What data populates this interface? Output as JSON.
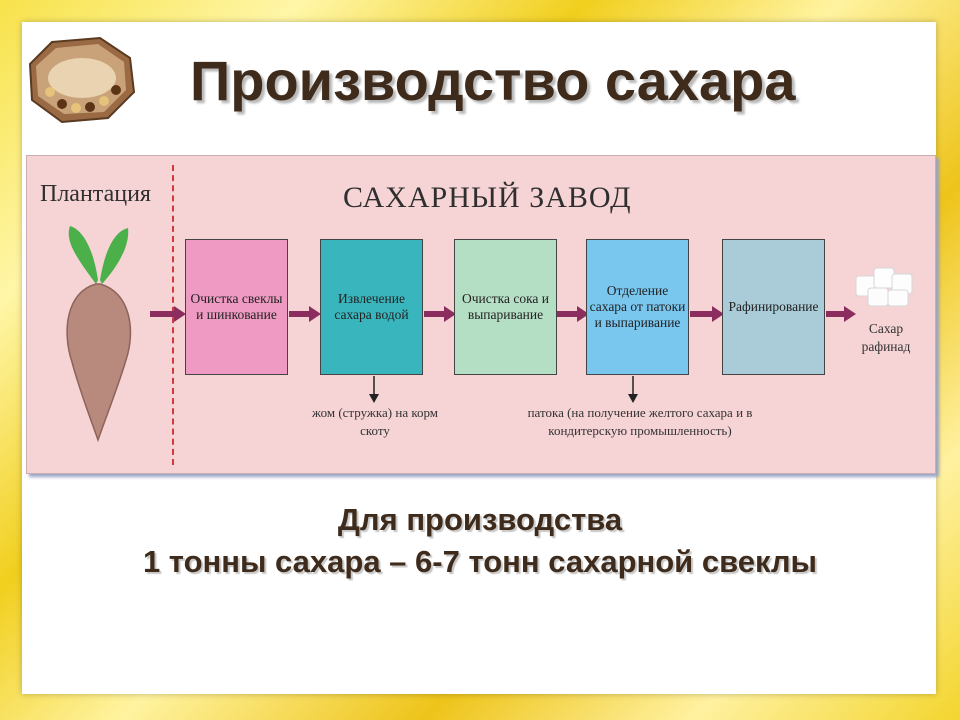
{
  "title": "Производство сахара",
  "diagram": {
    "plantation_label": "Плантация",
    "factory_label": "САХАРНЫЙ ЗАВОД",
    "steps": [
      {
        "label": "Очистка свеклы и шинкование",
        "color": "#ef9ac2"
      },
      {
        "label": "Извлечение сахара водой",
        "color": "#39b6bd"
      },
      {
        "label": "Очистка сока и выпаривание",
        "color": "#b5dfc5"
      },
      {
        "label": "Отделение сахара от патоки и выпаривание",
        "color": "#79c6ef"
      },
      {
        "label": "Рафинирование",
        "color": "#a9ccd8"
      }
    ],
    "byproducts": [
      {
        "label": "жом (стружка) на корм скоту"
      },
      {
        "label": "патока (на получение желтого сахара и в кондитерскую промышленность)"
      }
    ],
    "product_label": "Сахар рафинад",
    "arrow_color": "#8b2d5e"
  },
  "footer": {
    "line1": "Для производства",
    "line2": "1 тонны сахара – 6-7 тонн сахарной свеклы"
  }
}
